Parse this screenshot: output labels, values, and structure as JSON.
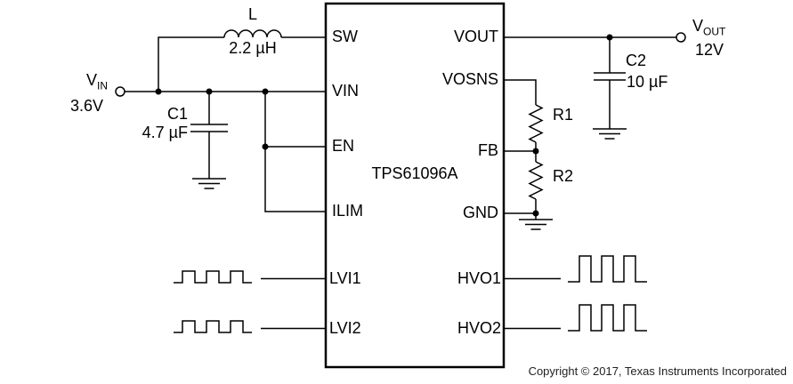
{
  "ic": {
    "part_number": "TPS61096A",
    "pins_left": [
      {
        "label": "SW"
      },
      {
        "label": "VIN"
      },
      {
        "label": "EN"
      },
      {
        "label": "ILIM"
      },
      {
        "label": "LVI1"
      },
      {
        "label": "LVI2"
      }
    ],
    "pins_right": [
      {
        "label": "VOUT"
      },
      {
        "label": "VOSNS"
      },
      {
        "label": "FB"
      },
      {
        "label": "GND"
      },
      {
        "label": "HVO1"
      },
      {
        "label": "HVO2"
      }
    ]
  },
  "components": {
    "inductor": {
      "designator": "L",
      "value": "2.2 µH"
    },
    "c1": {
      "designator": "C1",
      "value": "4.7 µF"
    },
    "c2": {
      "designator": "C2",
      "value": "10 µF"
    },
    "r1": {
      "designator": "R1"
    },
    "r2": {
      "designator": "R2"
    }
  },
  "terminals": {
    "vin": {
      "symbol": "V",
      "subscript": "IN",
      "value": "3.6V"
    },
    "vout": {
      "symbol": "V",
      "subscript": "OUT",
      "value": "12V"
    }
  },
  "footer": {
    "copyright": "Copyright © 2017, Texas Instruments Incorporated"
  },
  "colors": {
    "line": "#000000",
    "background": "#ffffff",
    "copyright_text": "#1f1f1f"
  }
}
